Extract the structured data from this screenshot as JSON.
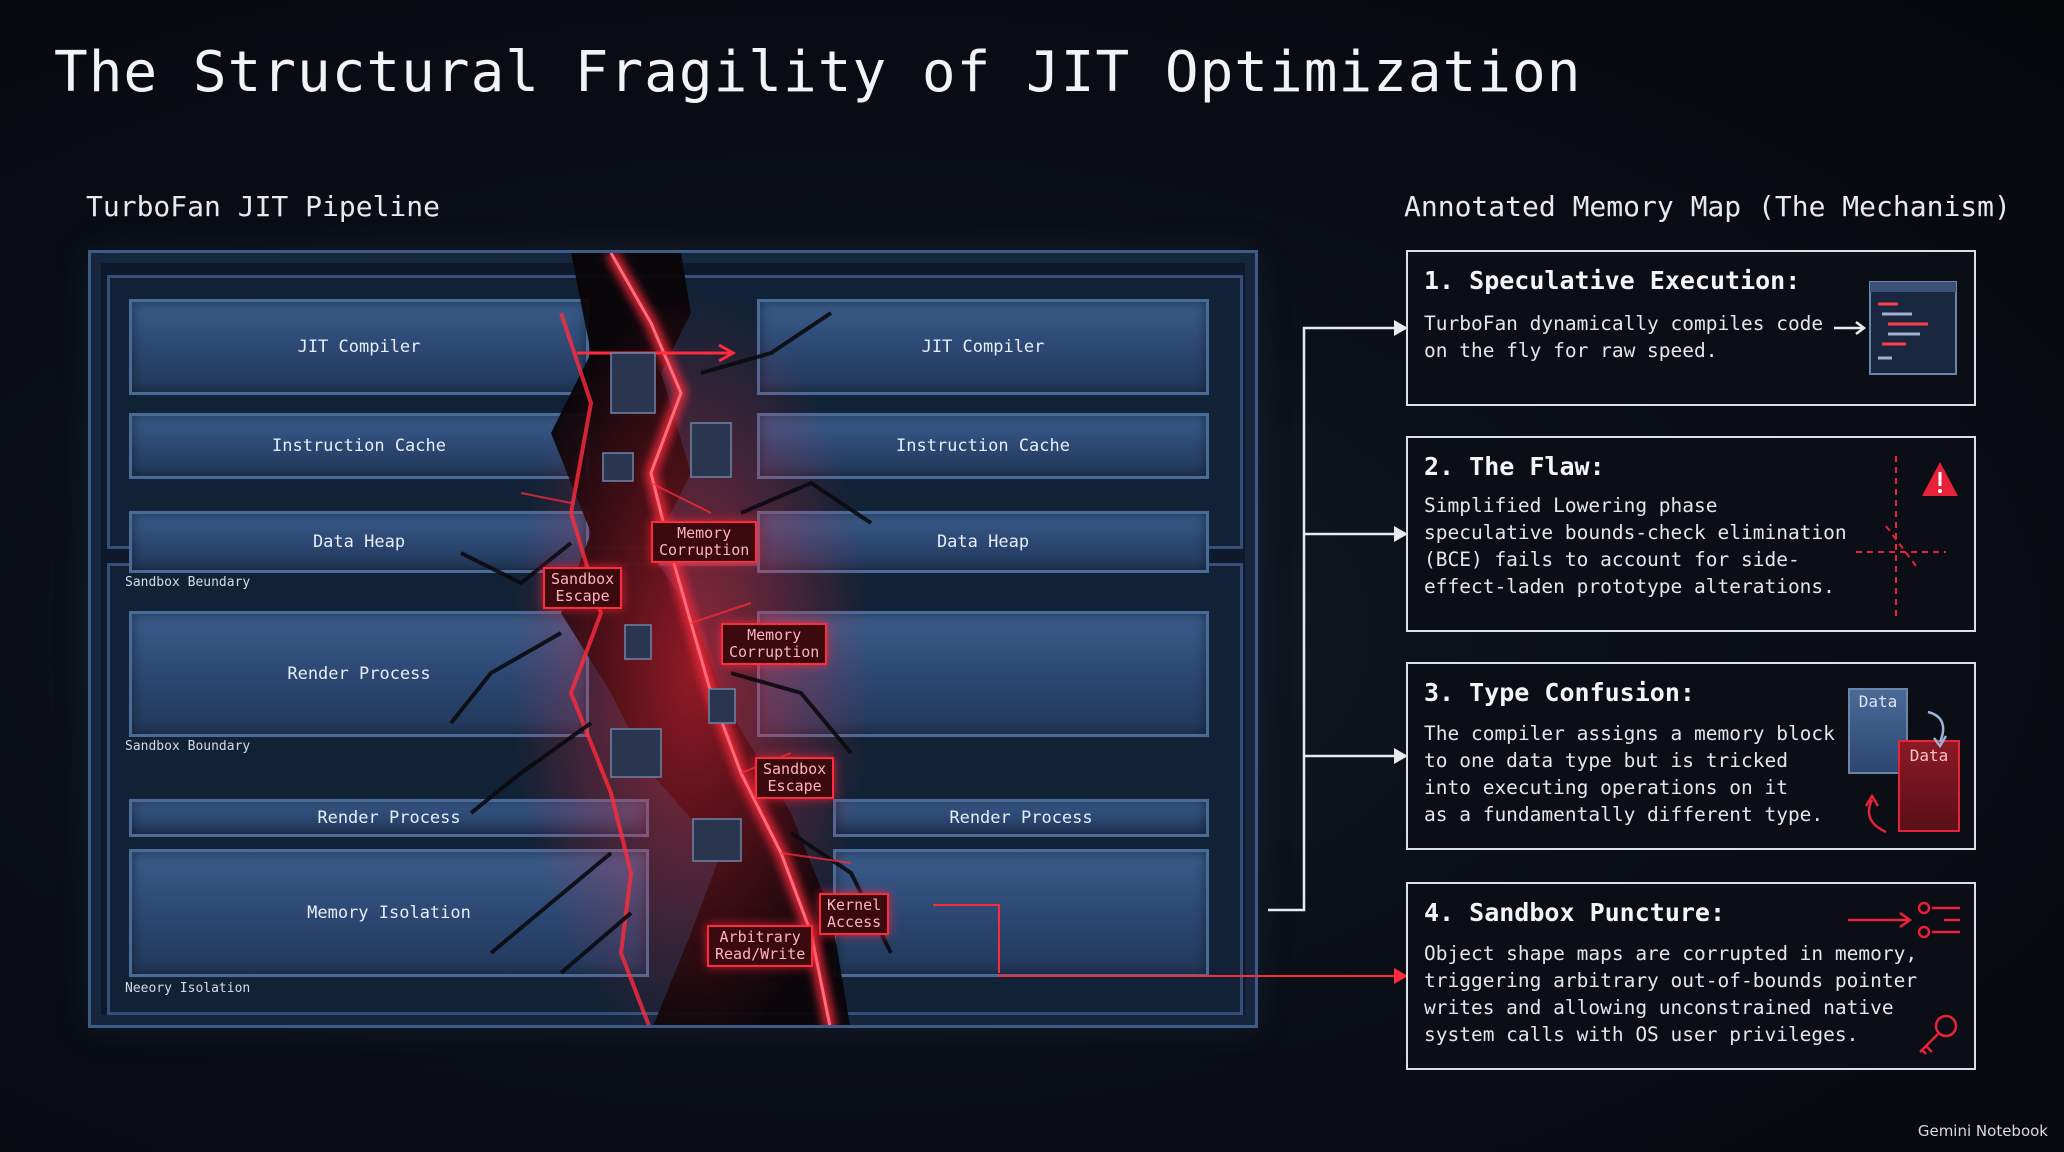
{
  "title": "The Structural Fragility of JIT Optimization",
  "pipeline": {
    "label": "TurboFan JIT Pipeline",
    "left_blocks": {
      "jit_compiler": "JIT Compiler",
      "instruction_cache": "Instruction Cache",
      "data_heap": "Data Heap",
      "render_process_1": "Render Process",
      "render_process_2": "Render Process",
      "memory_isolation": "Memory Isolation"
    },
    "right_blocks": {
      "jit_compiler": "JIT Compiler",
      "instruction_cache": "Instruction Cache",
      "data_heap": "Data Heap",
      "render_process": "Render Process"
    },
    "boundary_labels": {
      "sandbox_1": "Sandbox Beundary",
      "sandbox_2": "Sandbox Boundary",
      "memory_isolation": "Neeory Isolation"
    },
    "crack_tags": {
      "memory_corruption_1": "Memory\nCorruption",
      "sandbox_escape_1": "Sandbox\nEscape",
      "memory_corruption_2": "Memory\nCorruption",
      "sandbox_escape_2": "Sandbox\nEscape",
      "kernel_access": "Kernel\nAccess",
      "arbitrary_rw": "Arbitrary\nRead/Write"
    }
  },
  "memory_map": {
    "label": "Annotated Memory Map (The Mechanism)",
    "cards": [
      {
        "title": "1. Speculative Execution:",
        "body": "TurboFan dynamically compiles code\non the fly for raw speed.",
        "icon": "code-window-icon"
      },
      {
        "title": "2. The Flaw:",
        "body": "Simplified Lowering phase\nspeculative bounds-check elimination\n(BCE) fails to account for side-\neffect-laden prototype alterations.",
        "icon": "warning-icon"
      },
      {
        "title": "3. Type Confusion:",
        "body": "The compiler assigns a memory block\nto one data type but is tricked\ninto executing operations on it\nas a fundamentally different type.",
        "icon": "data-swap-icon",
        "icon_labels": [
          "Data",
          "Data"
        ]
      },
      {
        "title": "4. Sandbox Puncture:",
        "body": "Object shape maps are corrupted in memory,\ntriggering arbitrary out-of-bounds pointer\nwrites and allowing unconstrained native\nsystem calls with OS user privileges.",
        "icon": "key-icon"
      }
    ]
  },
  "brand": "Gemini Notebook",
  "colors": {
    "background": "#0a0d14",
    "block_blue": "#2b4670",
    "crack_red": "#ff2a3c",
    "card_border": "#dcdfe4"
  }
}
